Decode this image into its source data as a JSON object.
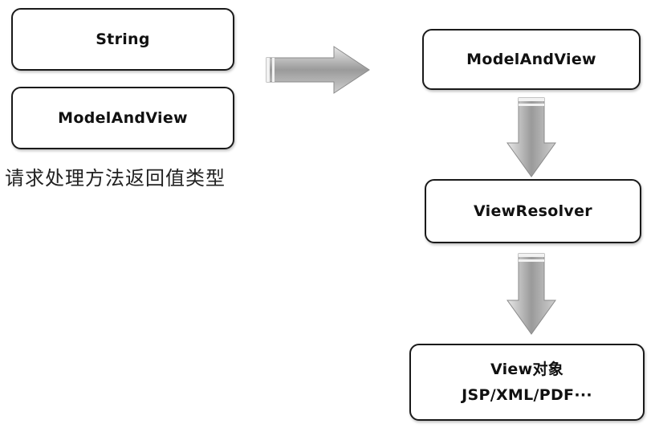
{
  "left_boxes": [
    {
      "label": "String"
    },
    {
      "label": "ModelAndView"
    }
  ],
  "caption": "请求处理方法返回值类型",
  "flow": {
    "model_and_view": "ModelAndView",
    "view_resolver": "ViewResolver",
    "view_object": {
      "line1": "View对象",
      "line2": "JSP/XML/PDF···"
    }
  },
  "arrows": [
    {
      "name": "right-arrow",
      "direction": "right"
    },
    {
      "name": "down-arrow-1",
      "direction": "down"
    },
    {
      "name": "down-arrow-2",
      "direction": "down"
    }
  ],
  "colors": {
    "box_border": "#1a1a1a",
    "arrow_fill": "#a8a8a8"
  }
}
